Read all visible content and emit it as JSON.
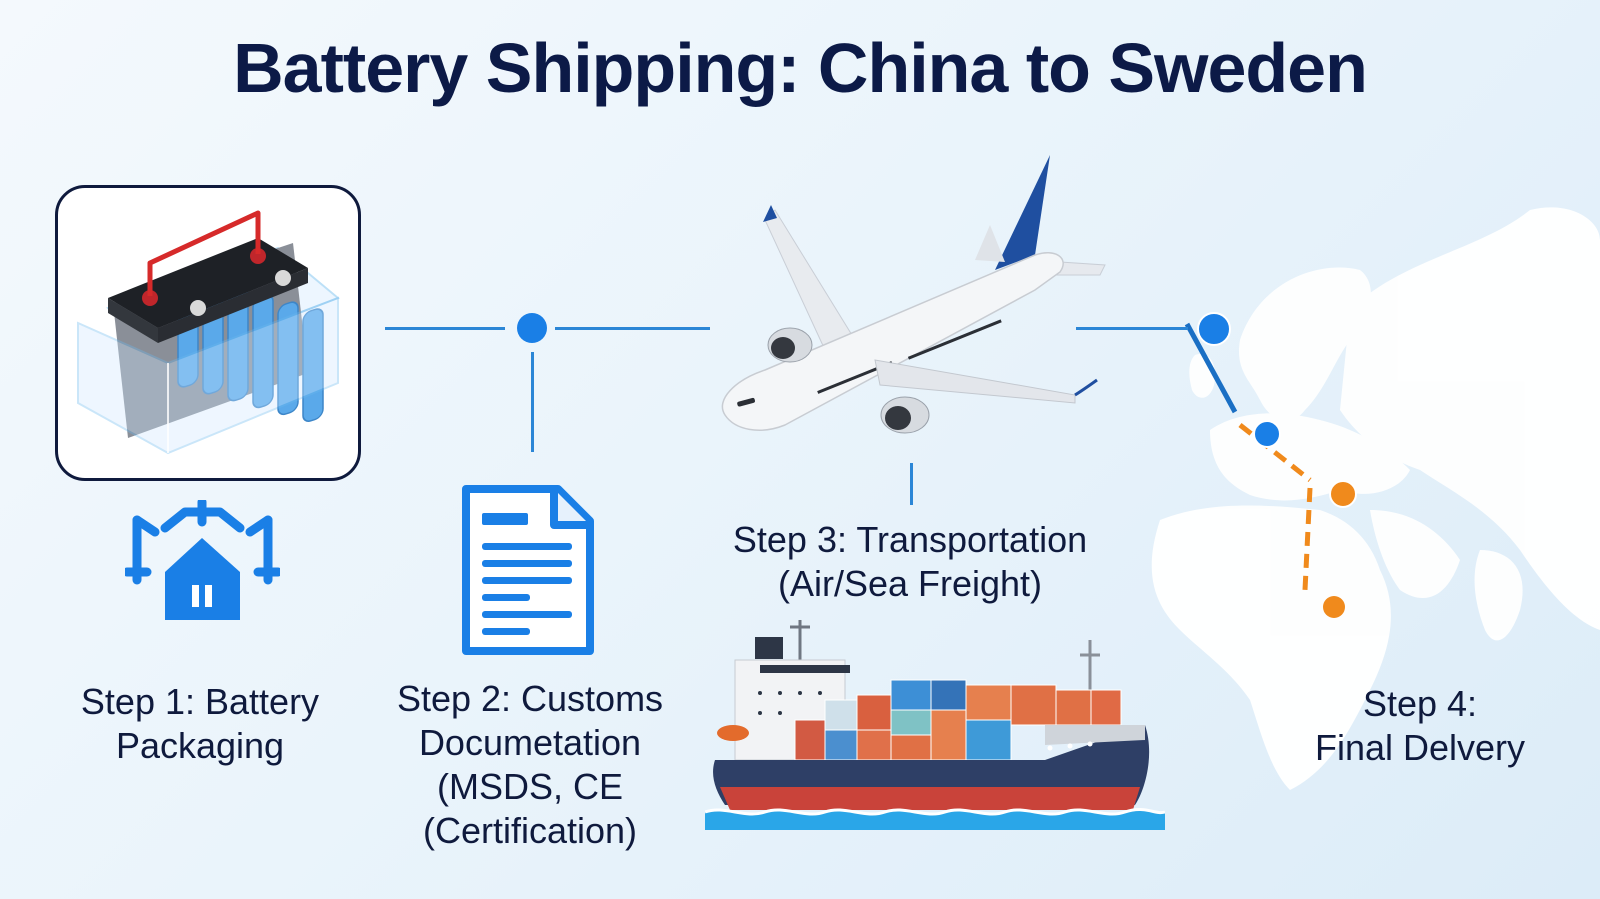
{
  "title": "Battery Shipping: China to Sweden",
  "steps": [
    {
      "id": 1,
      "line1": "Step 1: Battery",
      "line2": "Packaging",
      "icon": "packaging-house-icon",
      "illustration": "battery-in-box"
    },
    {
      "id": 2,
      "line1": "Step 2: Customs",
      "line2": "Documetation",
      "line3": "(MSDS, CE",
      "line4": "(Certification)",
      "icon": "document-icon"
    },
    {
      "id": 3,
      "line1": "Step 3: Transportation",
      "line2": "(Air/Sea Freight)",
      "illustrations": [
        "airplane",
        "cargo-ship"
      ]
    },
    {
      "id": 4,
      "line1": "Step 4:",
      "line2": "Final Delvery",
      "illustration": "world-map-route"
    }
  ],
  "colors": {
    "title": "#0c1a47",
    "accent_blue": "#1a7fe6",
    "line_blue": "#2b86d6",
    "route_orange": "#f08a1c",
    "ship_hull_navy": "#2e3f66",
    "ship_hull_red": "#c9433a",
    "sea": "#2aa6e8"
  }
}
